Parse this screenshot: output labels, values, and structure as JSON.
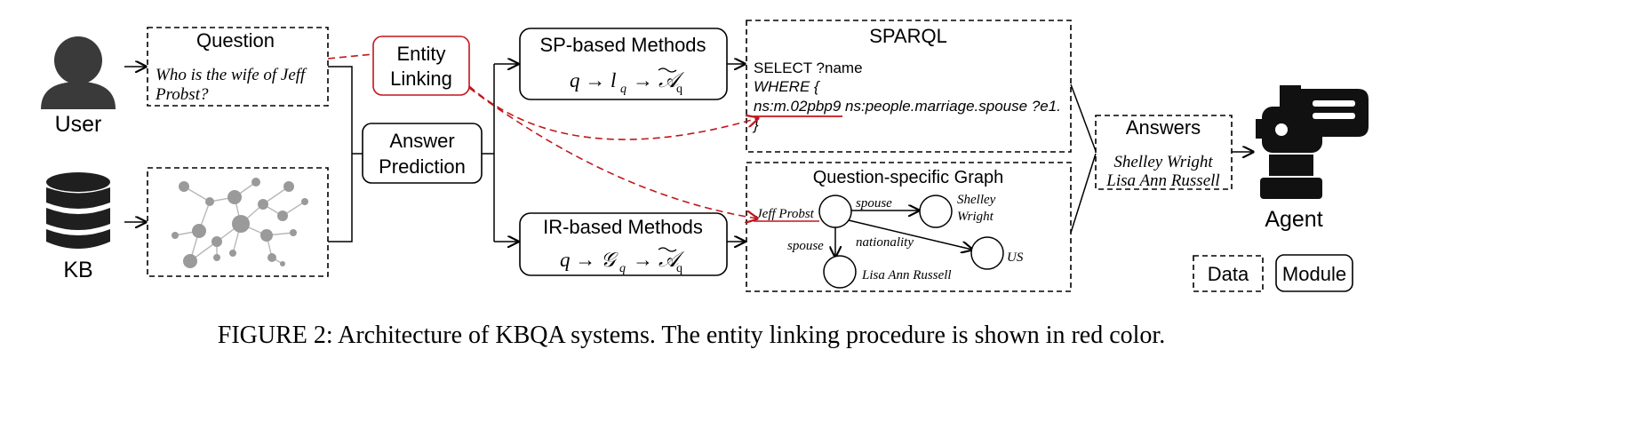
{
  "user": {
    "label": "User"
  },
  "kb": {
    "label": "KB"
  },
  "question": {
    "title": "Question",
    "text_line1": "Who is the wife of Jeff",
    "text_line2": "Probst?"
  },
  "entity_linking": {
    "line1": "Entity",
    "line2": "Linking"
  },
  "answer_prediction": {
    "line1": "Answer",
    "line2": "Prediction"
  },
  "sp_methods": {
    "title": "SP-based Methods",
    "formula": "q → l",
    "sub1": "q",
    "arrow2": "→",
    "calA": "𝒜",
    "sub2": "q"
  },
  "ir_methods": {
    "title": "IR-based Methods",
    "formula": "q  → 𝒢",
    "sub1": "q",
    "arrow2": "→",
    "calA": "𝒜",
    "sub2": "q"
  },
  "sparql": {
    "title": "SPARQL",
    "line1": "SELECT ?name",
    "line2": "WHERE {",
    "line3_entity": "ns:m.02pbp9",
    "line3_rest": " ns:people.marriage.spouse ?e1.",
    "line4": "}"
  },
  "graph": {
    "title": "Question-specific Graph",
    "topic": "Jeff Probst",
    "edge_spouse_1": "spouse",
    "edge_spouse_2": "spouse",
    "edge_nationality": "nationality",
    "node_shelley_1": "Shelley",
    "node_shelley_2": "Wright",
    "node_lisa": "Lisa Ann Russell",
    "node_us": "US"
  },
  "answers": {
    "title": "Answers",
    "a1": "Shelley Wright",
    "a2": "Lisa Ann Russell"
  },
  "agent": {
    "label": "Agent"
  },
  "legend": {
    "data": "Data",
    "module": "Module"
  },
  "caption": "FIGURE 2: Architecture of KBQA systems. The entity linking procedure is shown in red color.",
  "colors": {
    "entity_linking": "#c0171d",
    "icon_dark": "#3a3a3a",
    "kb_nodes": "#9a9a9a"
  }
}
